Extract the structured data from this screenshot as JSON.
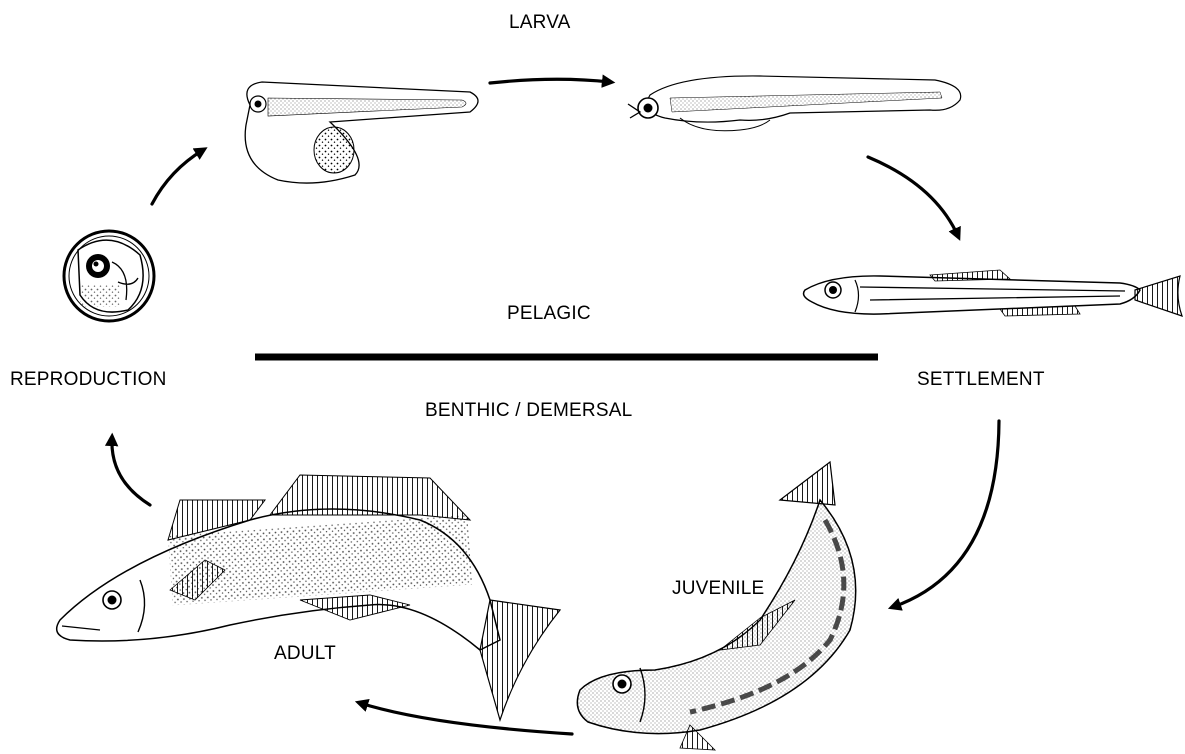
{
  "diagram": {
    "stages": {
      "larva": "LARVA",
      "settlement": "SETTLEMENT",
      "juvenile": "JUVENILE",
      "adult": "ADULT",
      "reproduction": "REPRODUCTION"
    },
    "zones": {
      "upper": "PELAGIC",
      "lower": "BENTHIC / DEMERSAL"
    },
    "illustrations": [
      "egg-illustration",
      "yolk-sac-larva-illustration",
      "larva-illustration",
      "settlement-fish-illustration",
      "juvenile-fish-illustration",
      "adult-fish-illustration"
    ],
    "colors": {
      "ink": "#000000",
      "background": "#ffffff"
    }
  }
}
